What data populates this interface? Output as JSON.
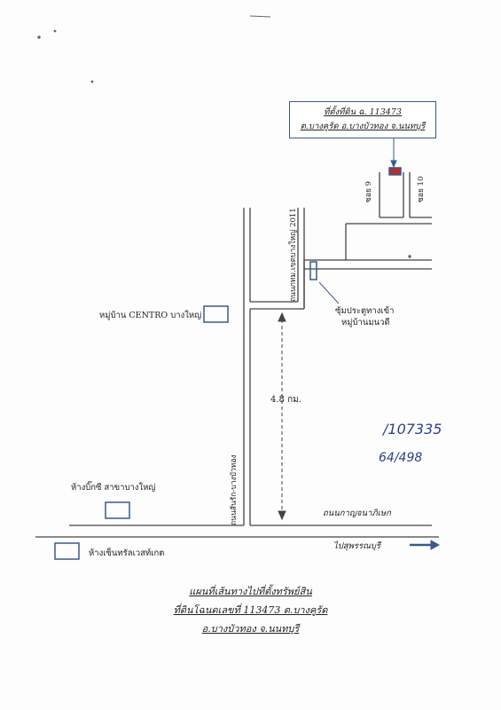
{
  "location_box": {
    "line1": "ที่ตั้งที่ดิน ฉ. 113473",
    "line2": "ต.บางคูรัด อ.บางบัวทอง จ.นนทบุรี"
  },
  "landmarks": {
    "centro": "หมู่บ้าน CENTRO บางใหญ่",
    "big_c": "ห้างบิ๊กซี สาขาบางใหญ่",
    "central_west": "ห้างเซ็นทรัลเวสท์เกต",
    "gate": "ซุ้มประตูทางเข้า",
    "village": "หมู่บ้านมนวดี"
  },
  "roads": {
    "soi9": "ซอย 9",
    "soi10": "ซอย 10",
    "road2011": "ถนนกทม.เขตบางใหญ่ 2011",
    "bangbuathong": "ถนนสันรัก-บางบัวทอง",
    "kanchanaphisek": "ถนนกาญจนาภิเษก",
    "to_suphan": "ไปสุพรรณบุรี"
  },
  "distance": "4.8 กม.",
  "handwritten": {
    "line1": "/107335",
    "line2": "64/498"
  },
  "caption": {
    "line1": "แผนที่เส้นทางไปที่ตั้งทรัพย์สิน",
    "line2": "ที่ดินโฉนดเลขที่ 113473 ต.บางคูรัด",
    "line3": "อ.บางบัวทอง จ.นนทบุรี"
  },
  "colors": {
    "road": "#444444",
    "marker": "#3a5a8a",
    "plot": "#b03030",
    "ink": "#2d3f8f"
  }
}
